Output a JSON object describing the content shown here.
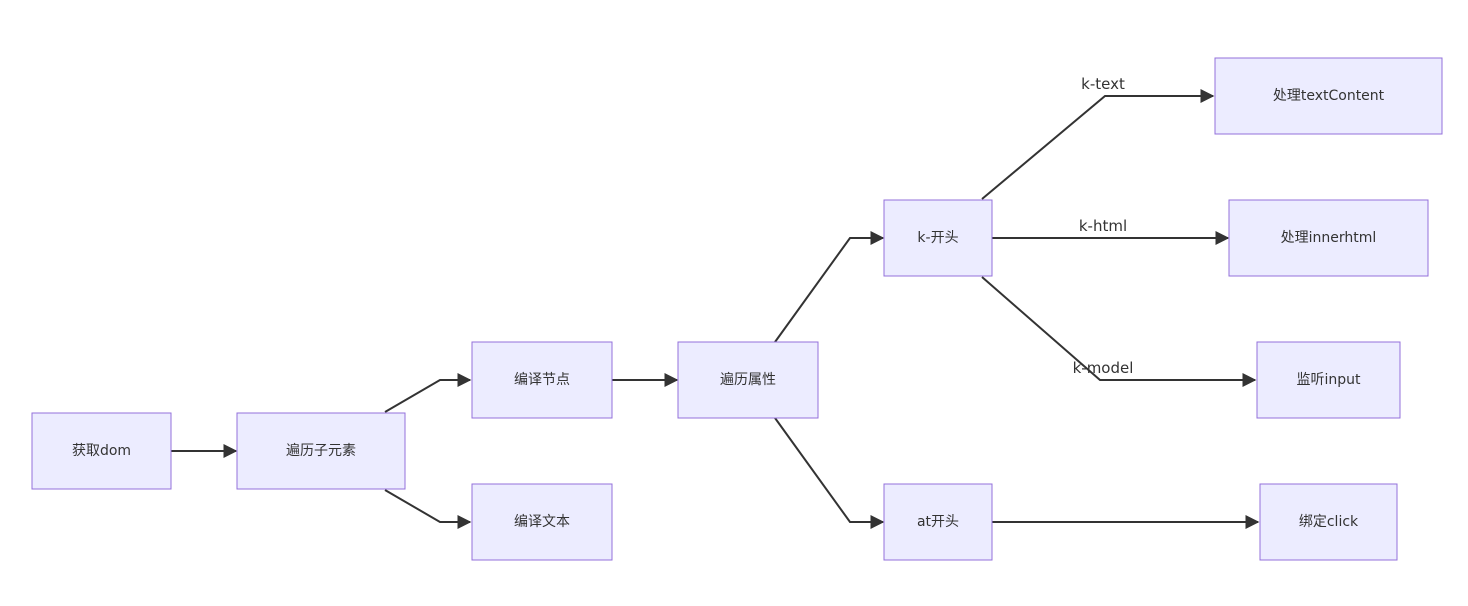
{
  "nodes": {
    "get_dom": "获取dom",
    "traverse_children": "遍历子元素",
    "compile_node": "编译节点",
    "compile_text": "编译文本",
    "traverse_attrs": "遍历属性",
    "k_prefix": "k-开头",
    "at_prefix": "at开头",
    "handle_text_content": "处理textContent",
    "handle_inner_html": "处理innerhtml",
    "listen_input": "监听input",
    "bind_click": "绑定click"
  },
  "edge_labels": {
    "k_text": "k-text",
    "k_html": "k-html",
    "k_model": "k-model"
  },
  "colors": {
    "node_fill": "#ececff",
    "node_border": "#9370db",
    "edge": "#333333",
    "text": "#333333"
  }
}
